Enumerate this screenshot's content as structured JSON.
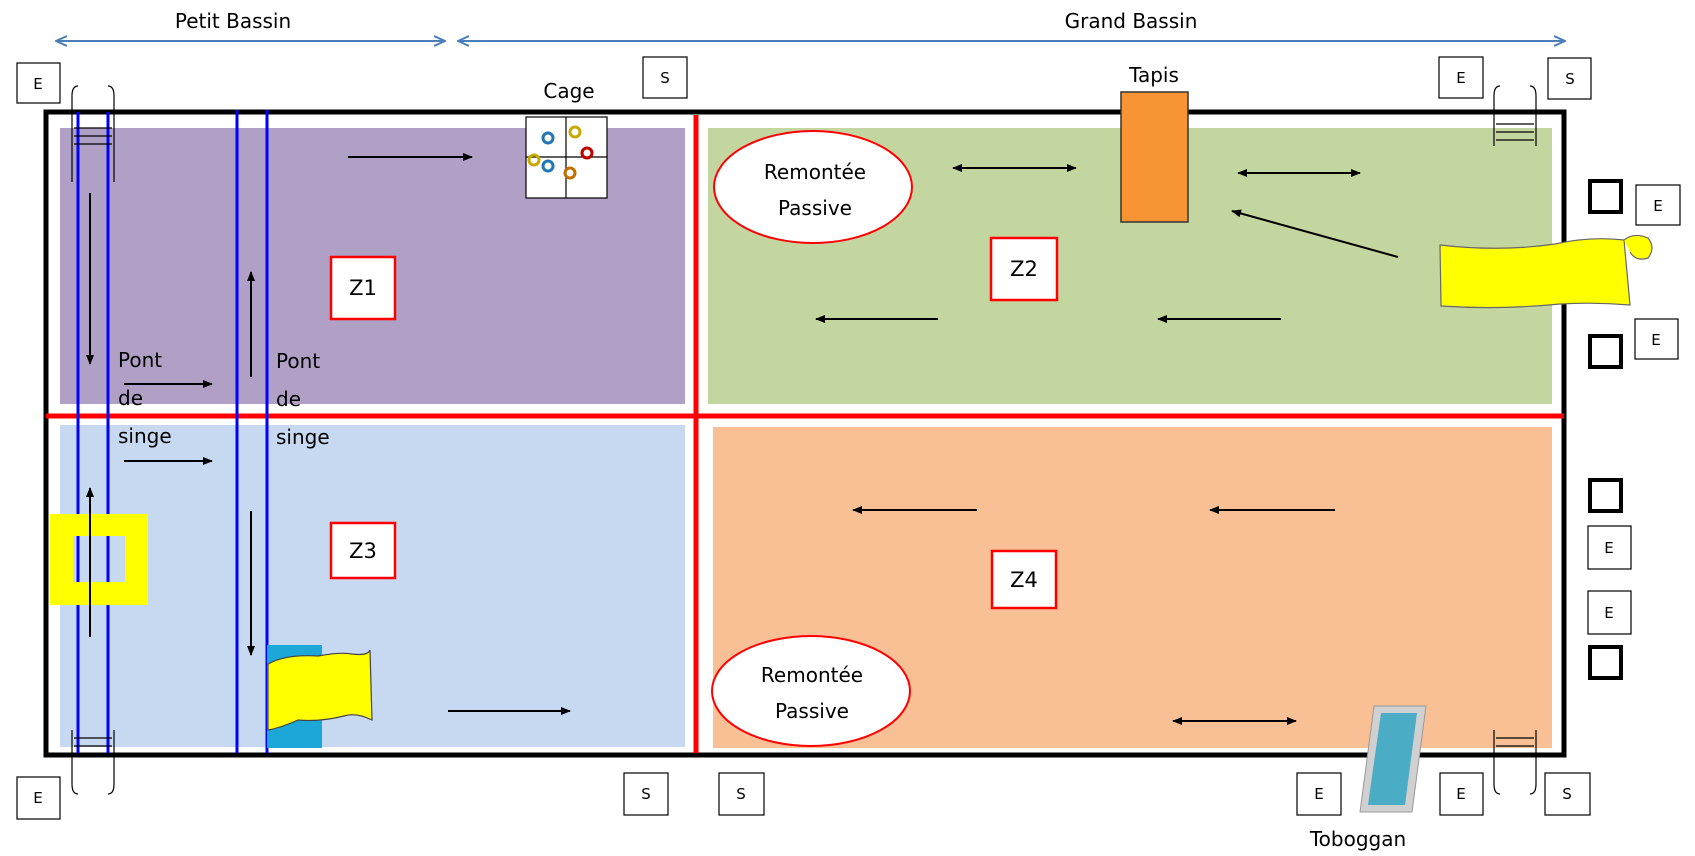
{
  "diagram": {
    "top_labels": {
      "small_pool": "Petit Bassin",
      "large_pool": "Grand Bassin"
    },
    "zones": {
      "z1": "Z1",
      "z2": "Z2",
      "z3": "Z3",
      "z4": "Z4"
    },
    "cage_label": "Cage",
    "tapis_label": "Tapis",
    "toboggan_label": "Toboggan",
    "monkey_bridge_words": [
      "Pont",
      "de",
      "singe"
    ],
    "passive_ascent_lines": [
      "Remontée",
      "Passive"
    ],
    "entry_marker": "E",
    "exit_marker": "S",
    "colors": {
      "z1": "#b1a0c6",
      "z2": "#c4d69f",
      "z3": "#c7d9f1",
      "z4": "#f9c095",
      "divider": "#ff0000",
      "rope": "#0000ff",
      "mat": "#f79433",
      "float": "#ffff00",
      "slide": "#4aacc5",
      "bracket": "#4a7ebb"
    }
  }
}
